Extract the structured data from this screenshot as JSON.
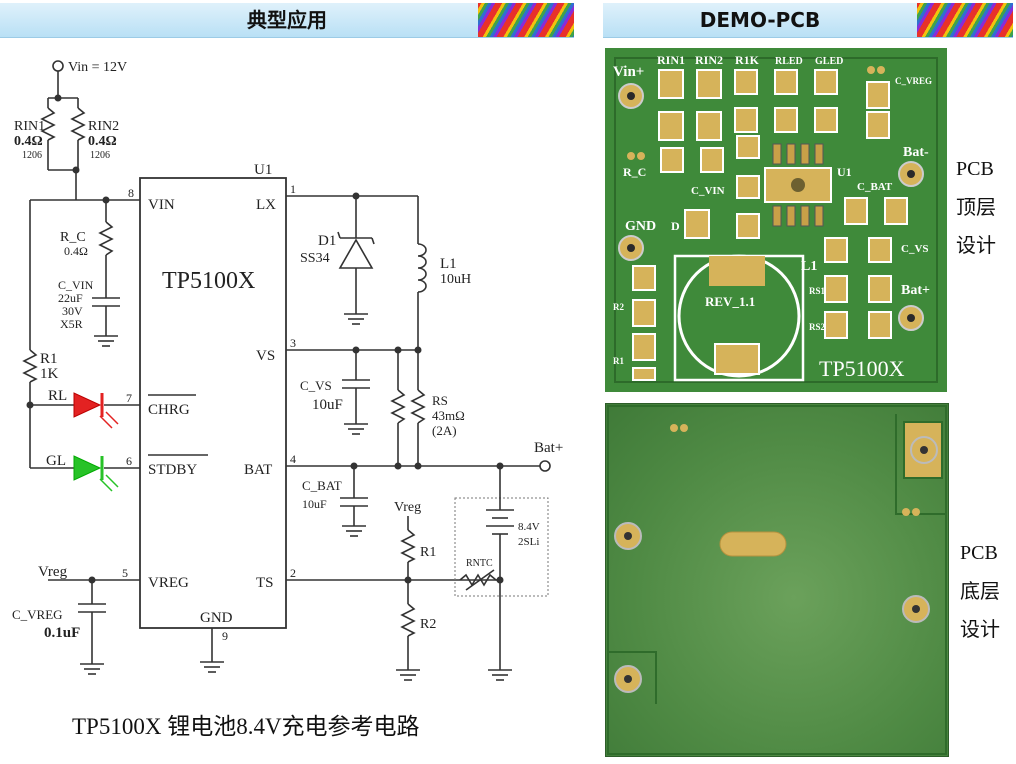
{
  "headers": {
    "left": "典型应用",
    "right": "DEMO-PCB"
  },
  "caption": "TP5100X 锂电池8.4V充电参考电路",
  "schematic": {
    "vin": "Vin = 12V",
    "rin1": {
      "name": "RIN1",
      "value": "0.4Ω",
      "pkg": "1206"
    },
    "rin2": {
      "name": "RIN2",
      "value": "0.4Ω",
      "pkg": "1206"
    },
    "rc": {
      "name": "R_C",
      "value": "0.4Ω"
    },
    "cvin": {
      "name": "C_VIN",
      "v1": "22uF",
      "v2": "30V",
      "v3": "X5R"
    },
    "r1": {
      "name": "R1",
      "value": "1K"
    },
    "rl": "RL",
    "gl": "GL",
    "vreg_left": "Vreg",
    "cvreg": {
      "name": "C_VREG",
      "value": "0.1uF"
    },
    "ic": {
      "ref": "U1",
      "name": "TP5100X",
      "pins_left": [
        "VIN",
        "CHRG",
        "STDBY",
        "VREG"
      ],
      "pins_right": [
        "LX",
        "VS",
        "BAT",
        "TS"
      ],
      "gnd": "GND",
      "nums": [
        "8",
        "7",
        "6",
        "5",
        "1",
        "3",
        "4",
        "2",
        "9"
      ]
    },
    "d1": {
      "name": "D1",
      "value": "SS34"
    },
    "l1": {
      "name": "L1",
      "value": "10uH"
    },
    "cvs": {
      "name": "C_VS",
      "value": "10uF"
    },
    "rs": {
      "name": "RS",
      "value": "43mΩ",
      "note": "(2A)"
    },
    "cbat": {
      "name": "C_BAT",
      "value": "10uF"
    },
    "vreg_right": "Vreg",
    "r1b": "R1",
    "r2": "R2",
    "rntc": "RNTC",
    "batplus": "Bat+",
    "batt": {
      "v": "8.4V",
      "cells": "2SLi"
    }
  },
  "pcb_top": {
    "labels": [
      "Vin+",
      "RIN1",
      "RIN2",
      "R1K",
      "RLED",
      "GLED",
      "C_VREG",
      "Bat-",
      "R_C",
      "C_VIN",
      "U1",
      "C_BAT",
      "GND",
      "D",
      "C_VS",
      "L1",
      "REV_1.1",
      "RS1",
      "RS2",
      "Bat+",
      "R2",
      "R1",
      "TP5100X"
    ]
  },
  "side_top": [
    "PCB",
    "顶层",
    "设计"
  ],
  "side_bottom": [
    "PCB",
    "底层",
    "设计"
  ]
}
